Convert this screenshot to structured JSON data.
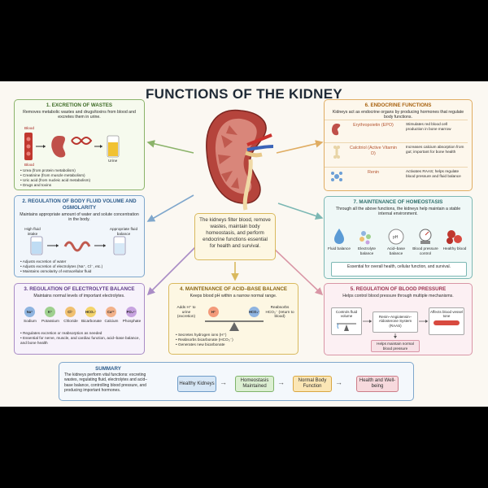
{
  "title": "FUNCTIONS OF THE KIDNEY",
  "center_text": "The kidneys filter blood, remove wastes, maintain body homeostasis, and perform endocrine functions essential for health and survival.",
  "box1": {
    "title": "1. EXCRETION OF WASTES",
    "subtitle": "Removes metabolic wastes and drugs/toxins from blood and excretes them in urine.",
    "blood_label": "Blood",
    "blood_label2": "Blood",
    "urine_label": "Urine",
    "items": [
      "Urea (from protein metabolism)",
      "Creatinine (from muscle metabolism)",
      "Uric acid (from nucleic acid metabolism)",
      "Drugs and toxins"
    ]
  },
  "box2": {
    "title": "2. REGULATION OF BODY FLUID VOLUME AND OSMOLARITY",
    "subtitle": "Maintains appropriate amount of water and solute concentration in the body.",
    "left_label": "High fluid intake",
    "right_label": "Appropriate fluid balance",
    "items": [
      "Adjusts excretion of water",
      "Adjusts excretion of electrolytes (Na⁺, Cl⁻, etc.)",
      "Maintains osmolarity of extracellular fluid"
    ]
  },
  "box3": {
    "title": "3. REGULATION OF ELECTROLYTE BALANCE",
    "subtitle": "Maintains normal levels of important electrolytes.",
    "ions": [
      {
        "symbol": "Na⁺",
        "name": "Sodium",
        "color": "#8fb4e0"
      },
      {
        "symbol": "K⁺",
        "name": "Potassium",
        "color": "#9fd08f"
      },
      {
        "symbol": "Cl⁻",
        "name": "Chloride",
        "color": "#f0c070"
      },
      {
        "symbol": "HCO₃⁻",
        "name": "Bicarbonate",
        "color": "#f3d36b"
      },
      {
        "symbol": "Ca²⁺",
        "name": "Calcium",
        "color": "#f2b18a"
      },
      {
        "symbol": "PO₄³⁻",
        "name": "Phosphate",
        "color": "#c7a3e0"
      }
    ],
    "items": [
      "Regulates excretion or reabsorption as needed",
      "Essential for nerve, muscle, and cardiac function, acid–base balance, and bone health"
    ]
  },
  "box4": {
    "title": "4. MAINTENANCE OF ACID–BASE BALANCE",
    "subtitle": "Keeps blood pH within a narrow normal range.",
    "left_label": "Adds H⁺ to urine (excretion)",
    "right_label": "Reabsorbs HCO₃⁻ (return to blood)",
    "h_ion": "H⁺",
    "hco3_ion": "HCO₃⁻",
    "items": [
      "Secretes hydrogen ions (H⁺)",
      "Reabsorbs bicarbonate (HCO₃⁻)",
      "Generates new bicarbonate"
    ]
  },
  "box5": {
    "title": "5. REGULATION OF BLOOD PRESSURE",
    "subtitle": "Helps control blood pressure through multiple mechanisms.",
    "b1": "Controls fluid volume",
    "b2": "Renin–Angiotensin–Aldosterone System (RAAS)",
    "b3": "Affects blood vessel tone",
    "bottom": "Helps maintain normal blood pressure"
  },
  "box6": {
    "title": "6. ENDOCRINE FUNCTIONS",
    "subtitle": "Kidneys act as endocrine organs by producing hormones that regulate body functions.",
    "rows": [
      {
        "name": "Erythropoietin (EPO)",
        "desc": "Stimulates red blood cell production in bone marrow",
        "icon": "kidney-icon"
      },
      {
        "name": "Calcitriol (Active Vitamin D)",
        "desc": "Increases calcium absorption from gut; important for bone health",
        "icon": "bone-icon"
      },
      {
        "name": "Renin",
        "desc": "Activates RAAS; helps regulate blood pressure and fluid balance",
        "icon": "molecule-icon"
      }
    ]
  },
  "box7": {
    "title": "7. MAINTENANCE OF HOMEOSTASIS",
    "subtitle": "Through all the above functions, the kidneys help maintain a stable internal environment.",
    "icons": [
      {
        "label": "Fluid balance",
        "icon": "water-drop-icon"
      },
      {
        "label": "Electrolyte balance",
        "icon": "electrolyte-icon"
      },
      {
        "label": "Acid–base balance",
        "icon": "ph-gauge-icon"
      },
      {
        "label": "Blood pressure control",
        "icon": "bp-cuff-icon"
      },
      {
        "label": "Healthy blood",
        "icon": "red-cells-icon"
      }
    ],
    "bottom": "Essential for overall health, cellular function, and survival."
  },
  "summary": {
    "title": "SUMMARY",
    "text": "The kidneys perform vital functions: excreting wastes, regulating fluid, electrolytes and acid–base balance, controlling blood pressure, and producing important hormones.",
    "flow": [
      {
        "label": "Healthy Kidneys",
        "color": "#d7e7f6",
        "border": "#6f9cc8"
      },
      {
        "label": "Homeostasis Maintained",
        "color": "#dcefd2",
        "border": "#7fb36a"
      },
      {
        "label": "Normal Body Function",
        "color": "#fbe6b5",
        "border": "#d9a743"
      },
      {
        "label": "Health and Well-being",
        "color": "#f7d9dd",
        "border": "#cc7d89"
      }
    ]
  }
}
